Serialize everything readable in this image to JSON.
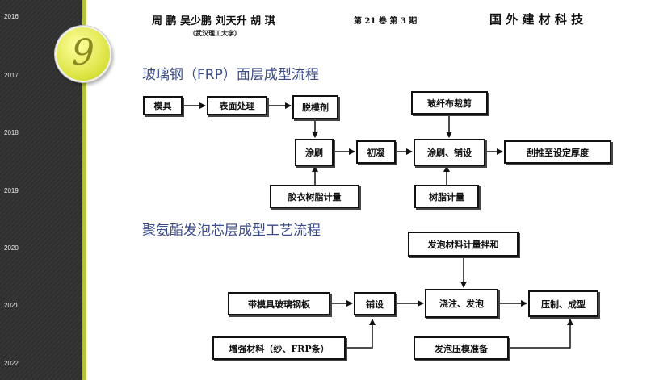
{
  "sidebar": {
    "years": [
      "2016",
      "2017",
      "2018",
      "2019",
      "2020",
      "2021",
      "2022"
    ]
  },
  "badge": {
    "number": "9"
  },
  "header": {
    "authors": "周 鹏 吴少鹏 刘天升 胡 琪",
    "affiliation": "（武汉理工大学）",
    "volume": "第 21 卷 第 3 期",
    "journal": "国 外 建 材 科 技"
  },
  "frp": {
    "title": "玻璃钢（FRP）面层成型流程",
    "boxes": {
      "mold": "模具",
      "surface": "表面处理",
      "release": "脱模剂",
      "fiber_cut": "玻纤布裁剪",
      "brush": "涂刷",
      "gel": "初凝",
      "brush_lay": "涂刷、铺设",
      "scrape": "刮推至设定厚度",
      "gelcoat": "胶衣树脂计量",
      "resin": "树脂计量"
    }
  },
  "pu": {
    "title": "聚氨酯发泡芯层成型工艺流程",
    "boxes": {
      "foam_mix": "发泡材料计量拌和",
      "mold_board": "带模具玻璃钢板",
      "lay": "铺设",
      "pour": "浇注、发泡",
      "press": "压制、成型",
      "reinforce": "增强材料（纱、FRP条）",
      "foam_prep": "发泡压模准备"
    }
  }
}
